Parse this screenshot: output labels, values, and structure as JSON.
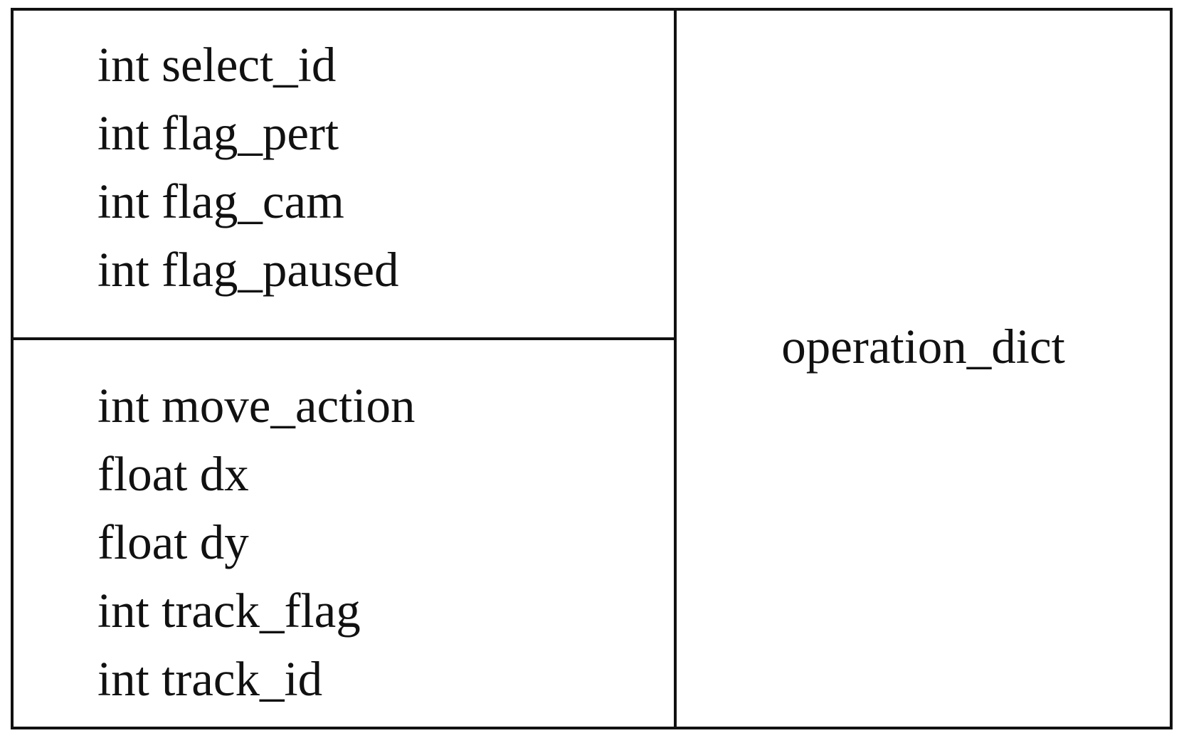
{
  "diagram": {
    "top_group": {
      "fields": [
        "int select_id",
        "int flag_pert",
        "int flag_cam",
        "int flag_paused"
      ]
    },
    "bottom_group": {
      "fields": [
        "int move_action",
        "float dx",
        "float dy",
        "int track_flag",
        "int track_id"
      ]
    },
    "right_label": "operation_dict"
  }
}
